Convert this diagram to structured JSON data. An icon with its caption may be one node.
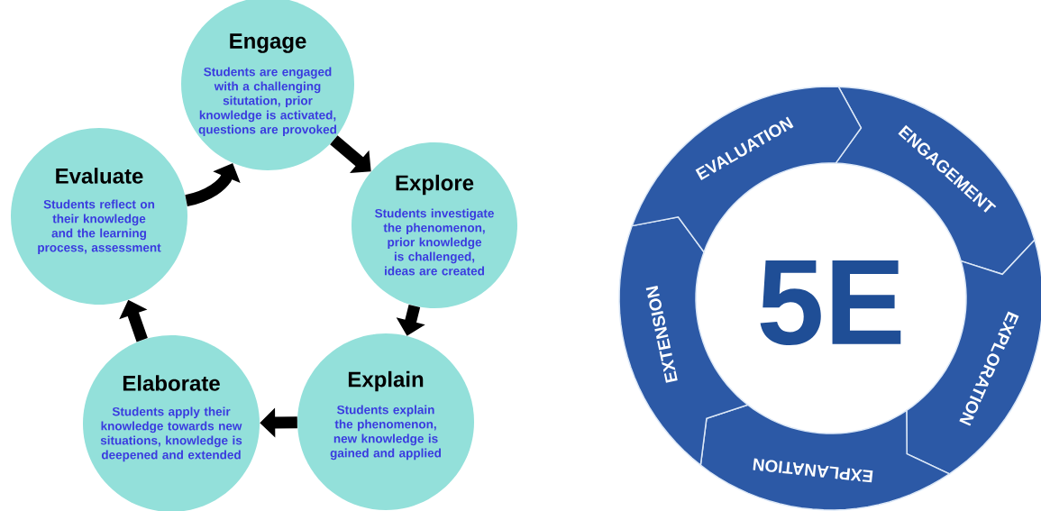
{
  "diagram": {
    "nodes": [
      {
        "text": [
          "Engage",
          "Students are engaged with a challenging situtation, prior knowledge is activated, questions are provoked"
        ]
      },
      {
        "text": [
          "Explore",
          "Students investigate the phenomenon, prior knowledge is challenged, ideas are created"
        ]
      },
      {
        "text": [
          "Explain",
          "Students explain the phenomenon, new knowledge is gained and applied"
        ]
      },
      {
        "text": [
          "Elaborate",
          "Students apply their knowledge towards new situations, knowledge is deepened and extended"
        ]
      },
      {
        "text": [
          "Evaluate",
          "Students reflect on their knowledge and the learning process, assessment"
        ]
      },
      {
        "text": [
          "ENGAGEMENT"
        ]
      },
      {
        "text": [
          "EXPLORATION"
        ]
      },
      {
        "text": [
          "EXPLANATION"
        ]
      },
      {
        "text": [
          "EXTENSION"
        ]
      },
      {
        "text": [
          "EVALUATION"
        ]
      }
    ],
    "edges": [
      {
        "from": 0,
        "to": 1,
        "arrow": "to"
      },
      {
        "from": 1,
        "to": 2,
        "arrow": "to"
      },
      {
        "from": 2,
        "to": 3,
        "arrow": "to"
      },
      {
        "from": 3,
        "to": 4,
        "arrow": "to"
      },
      {
        "from": 4,
        "to": 0,
        "arrow": "to"
      }
    ],
    "labels": [
      "5E"
    ]
  }
}
